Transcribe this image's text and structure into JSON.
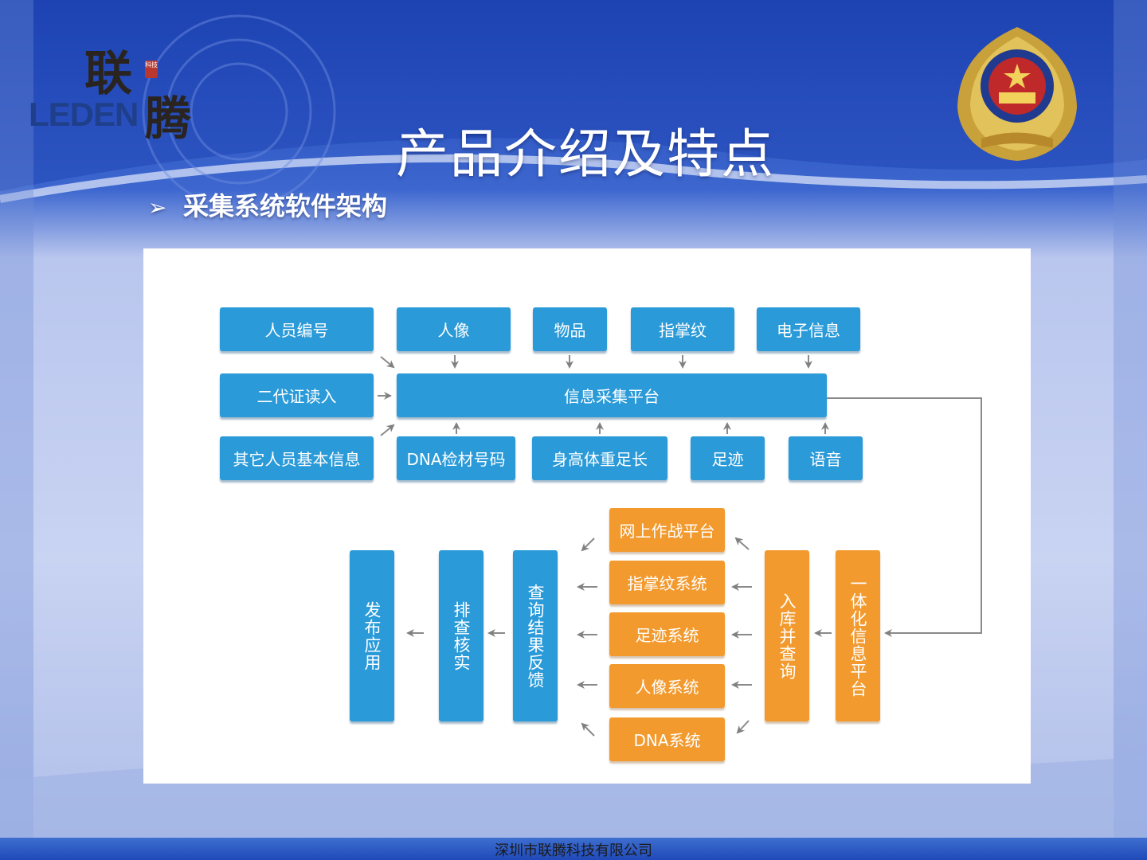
{
  "slide": {
    "title": "产品介绍及特点",
    "bullet_icon": "➢",
    "subtitle": "采集系统软件架构",
    "footer": "深圳市联腾科技有限公司"
  },
  "logo": {
    "en": "LEDEN",
    "cn_top": "联",
    "cn_bottom": "腾",
    "seal": "科技"
  },
  "emblem": {
    "icon": "police-emblem-icon"
  },
  "colors": {
    "box_blue": "#2a9ad8",
    "box_orange": "#f29a2e",
    "arrow": "#808080",
    "bg_dark": "#1f49b8",
    "bg_light": "#c7d2f2"
  },
  "diagram": {
    "inputs_top": [
      "人员编号",
      "人像",
      "物品",
      "指掌纹",
      "电子信息"
    ],
    "inputs_left": [
      "二代证读入"
    ],
    "hub": "信息采集平台",
    "inputs_bottom": [
      "其它人员基本信息",
      "DNA检材号码",
      "身高体重足长",
      "足迹",
      "语音"
    ],
    "platform": "一体化信息平台",
    "storage": "入库并查询",
    "systems": [
      "网上作战平台",
      "指掌纹系统",
      "足迹系统",
      "人像系统",
      "DNA系统"
    ],
    "outputs": [
      "查询结果反馈",
      "排查核实",
      "发布应用"
    ]
  }
}
